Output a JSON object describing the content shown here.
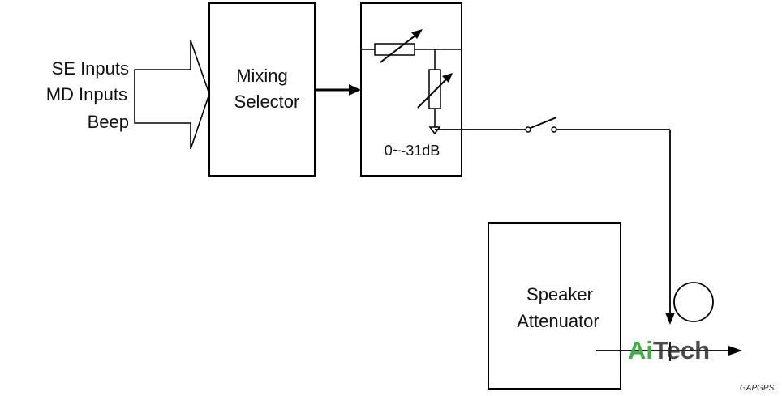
{
  "inputs": {
    "se": "SE Inputs",
    "md": "MD Inputs",
    "beep": "Beep"
  },
  "mixing_selector": {
    "line1": "Mixing",
    "line2": "Selector"
  },
  "gain_block": {
    "range": "0~-31dB"
  },
  "speaker_attenuator": {
    "line1": "Speaker",
    "line2": "Attenuator"
  },
  "watermark": {
    "part1": "Ai",
    "part2": "Tech",
    "color1": "#3cb043",
    "color2": "#2a2a2a"
  },
  "figure_code": "GAPGPS"
}
